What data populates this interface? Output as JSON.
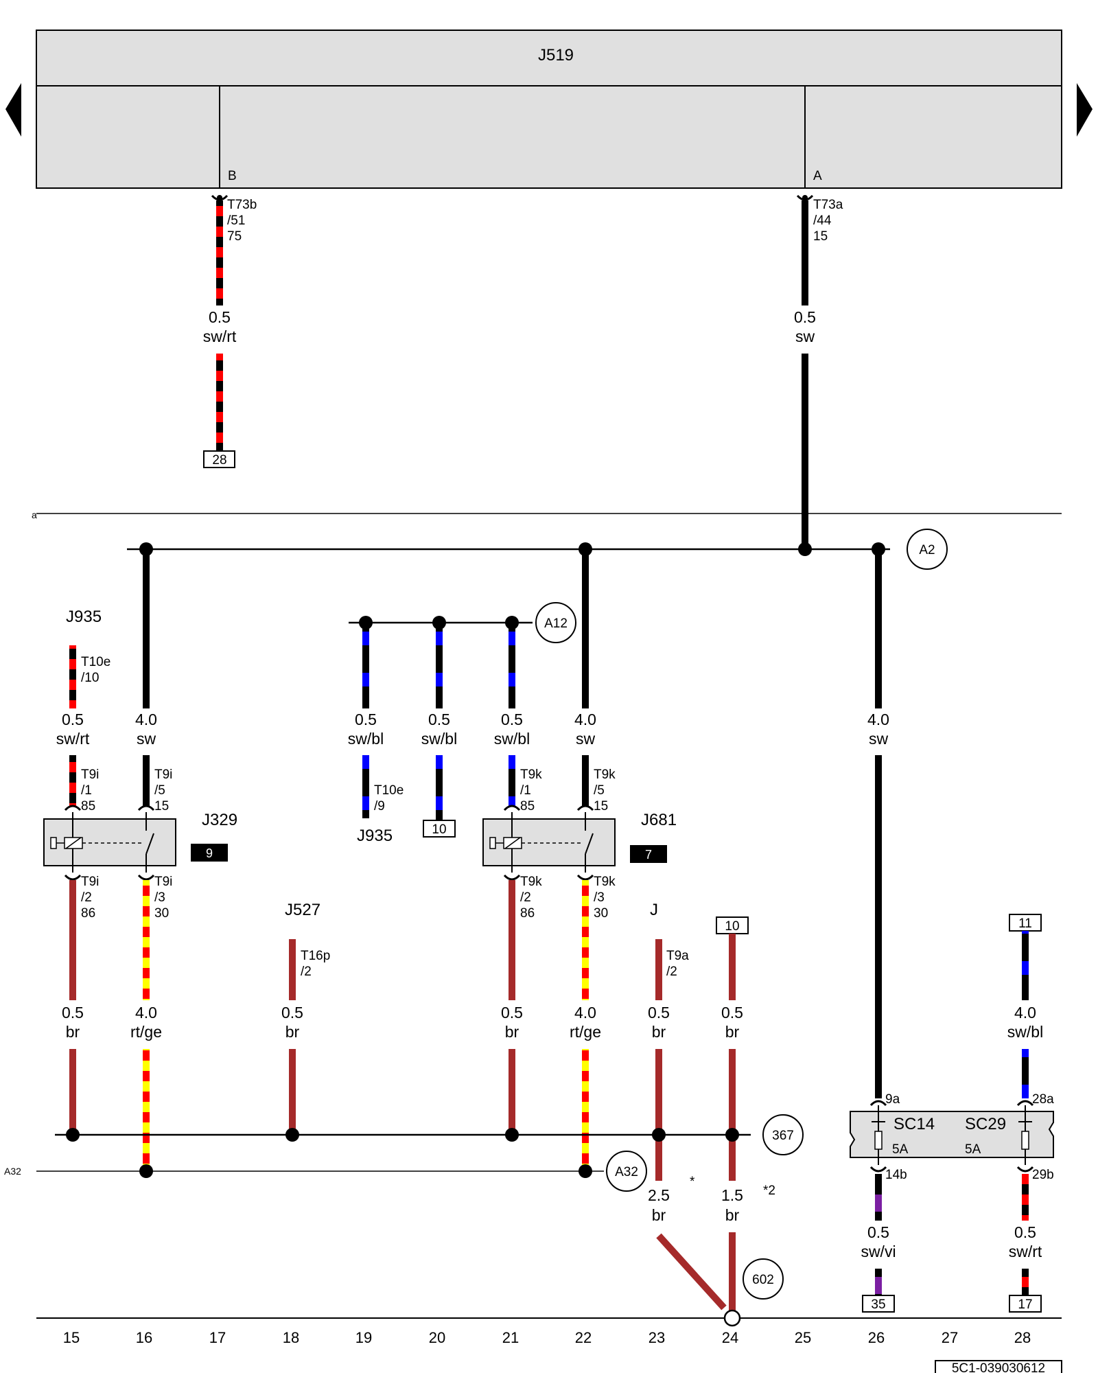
{
  "diagram": {
    "control_unit": {
      "label": "J519",
      "pin_b": "B",
      "pin_a": "A"
    },
    "nav": {
      "prev": "previous-page",
      "next": "next-page"
    },
    "row_labels": {
      "a": "a",
      "a32": "A32"
    },
    "footer_code": "5C1-039030612",
    "colors": {
      "sw": "#000000",
      "rt": "#ff0000",
      "bl": "#0000ff",
      "ge": "#ffff00",
      "br": "#a52a2a",
      "vi": "#7b1fa2",
      "housing": "#e0e0e0"
    },
    "wires": {
      "w17": {
        "pin": [
          "T73b",
          "/51",
          "75"
        ],
        "size": "0.5",
        "color": "sw/rt",
        "ref": "28"
      },
      "w25": {
        "pin": [
          "T73a",
          "/44",
          "15"
        ],
        "size": "0.5",
        "color": "sw"
      },
      "w15a": {
        "size": "0.5",
        "color": "sw/rt",
        "pin_top": [
          "T10e",
          "/10"
        ],
        "pin_bot": [
          "T9i",
          "/1",
          "85"
        ]
      },
      "w16a": {
        "size": "4.0",
        "color": "sw",
        "pin_bot": [
          "T9i",
          "/5",
          "15"
        ]
      },
      "w20": {
        "size": "0.5",
        "color": "sw/bl",
        "pin_bot": [
          "T10e",
          "/9"
        ]
      },
      "w21": {
        "size": "0.5",
        "color": "sw/bl",
        "ref": "10"
      },
      "w22": {
        "size": "0.5",
        "color": "sw/bl",
        "pin_bot": [
          "T9k",
          "/1",
          "85"
        ]
      },
      "w23": {
        "size": "4.0",
        "color": "sw",
        "pin_bot": [
          "T9k",
          "/5",
          "15"
        ]
      },
      "w26": {
        "size": "4.0",
        "color": "sw",
        "pin_bot": "9a"
      },
      "w15b": {
        "pin": [
          "T9i",
          "/2",
          "86"
        ],
        "size": "0.5",
        "color": "br"
      },
      "w16b": {
        "pin": [
          "T9i",
          "/3",
          "30"
        ],
        "size": "4.0",
        "color": "rt/ge"
      },
      "w18": {
        "pin": [
          "T16p",
          "/2"
        ],
        "size": "0.5",
        "color": "br"
      },
      "w21b": {
        "pin": [
          "T9k",
          "/2",
          "86"
        ],
        "size": "0.5",
        "color": "br"
      },
      "w22b": {
        "pin": [
          "T9k",
          "/3",
          "30"
        ],
        "size": "4.0",
        "color": "rt/ge"
      },
      "w23b": {
        "pin": [
          "T9a",
          "/2"
        ],
        "size": "0.5",
        "color": "br",
        "size2": "2.5",
        "color2": "br"
      },
      "w24": {
        "ref": "10",
        "size": "0.5",
        "color": "br",
        "size2": "1.5",
        "color2": "br"
      },
      "w28": {
        "ref": "11",
        "size": "4.0",
        "color": "sw/bl",
        "pin_bot": "28a"
      },
      "w26b": {
        "pin_top": "14b",
        "size": "0.5",
        "color": "sw/vi",
        "ref": "35"
      },
      "w28b": {
        "pin_top": "29b",
        "size": "0.5",
        "color": "sw/rt",
        "ref": "17"
      }
    },
    "components": {
      "j935_a": "J935",
      "j935_b": "J935",
      "j329": "J329",
      "j329_badge": "9",
      "j681": "J681",
      "j681_badge": "7",
      "j527": "J527",
      "j": "J",
      "sc14": "SC14",
      "sc14_rating": "5A",
      "sc29": "SC29",
      "sc29_rating": "5A"
    },
    "connectors": {
      "a2": "A2",
      "a12": "A12",
      "a32": "A32",
      "c367": "367",
      "c602": "602"
    },
    "notes": {
      "star": "*",
      "star2": "*2"
    },
    "columns": [
      "15",
      "16",
      "17",
      "18",
      "19",
      "20",
      "21",
      "22",
      "23",
      "24",
      "25",
      "26",
      "27",
      "28"
    ]
  }
}
